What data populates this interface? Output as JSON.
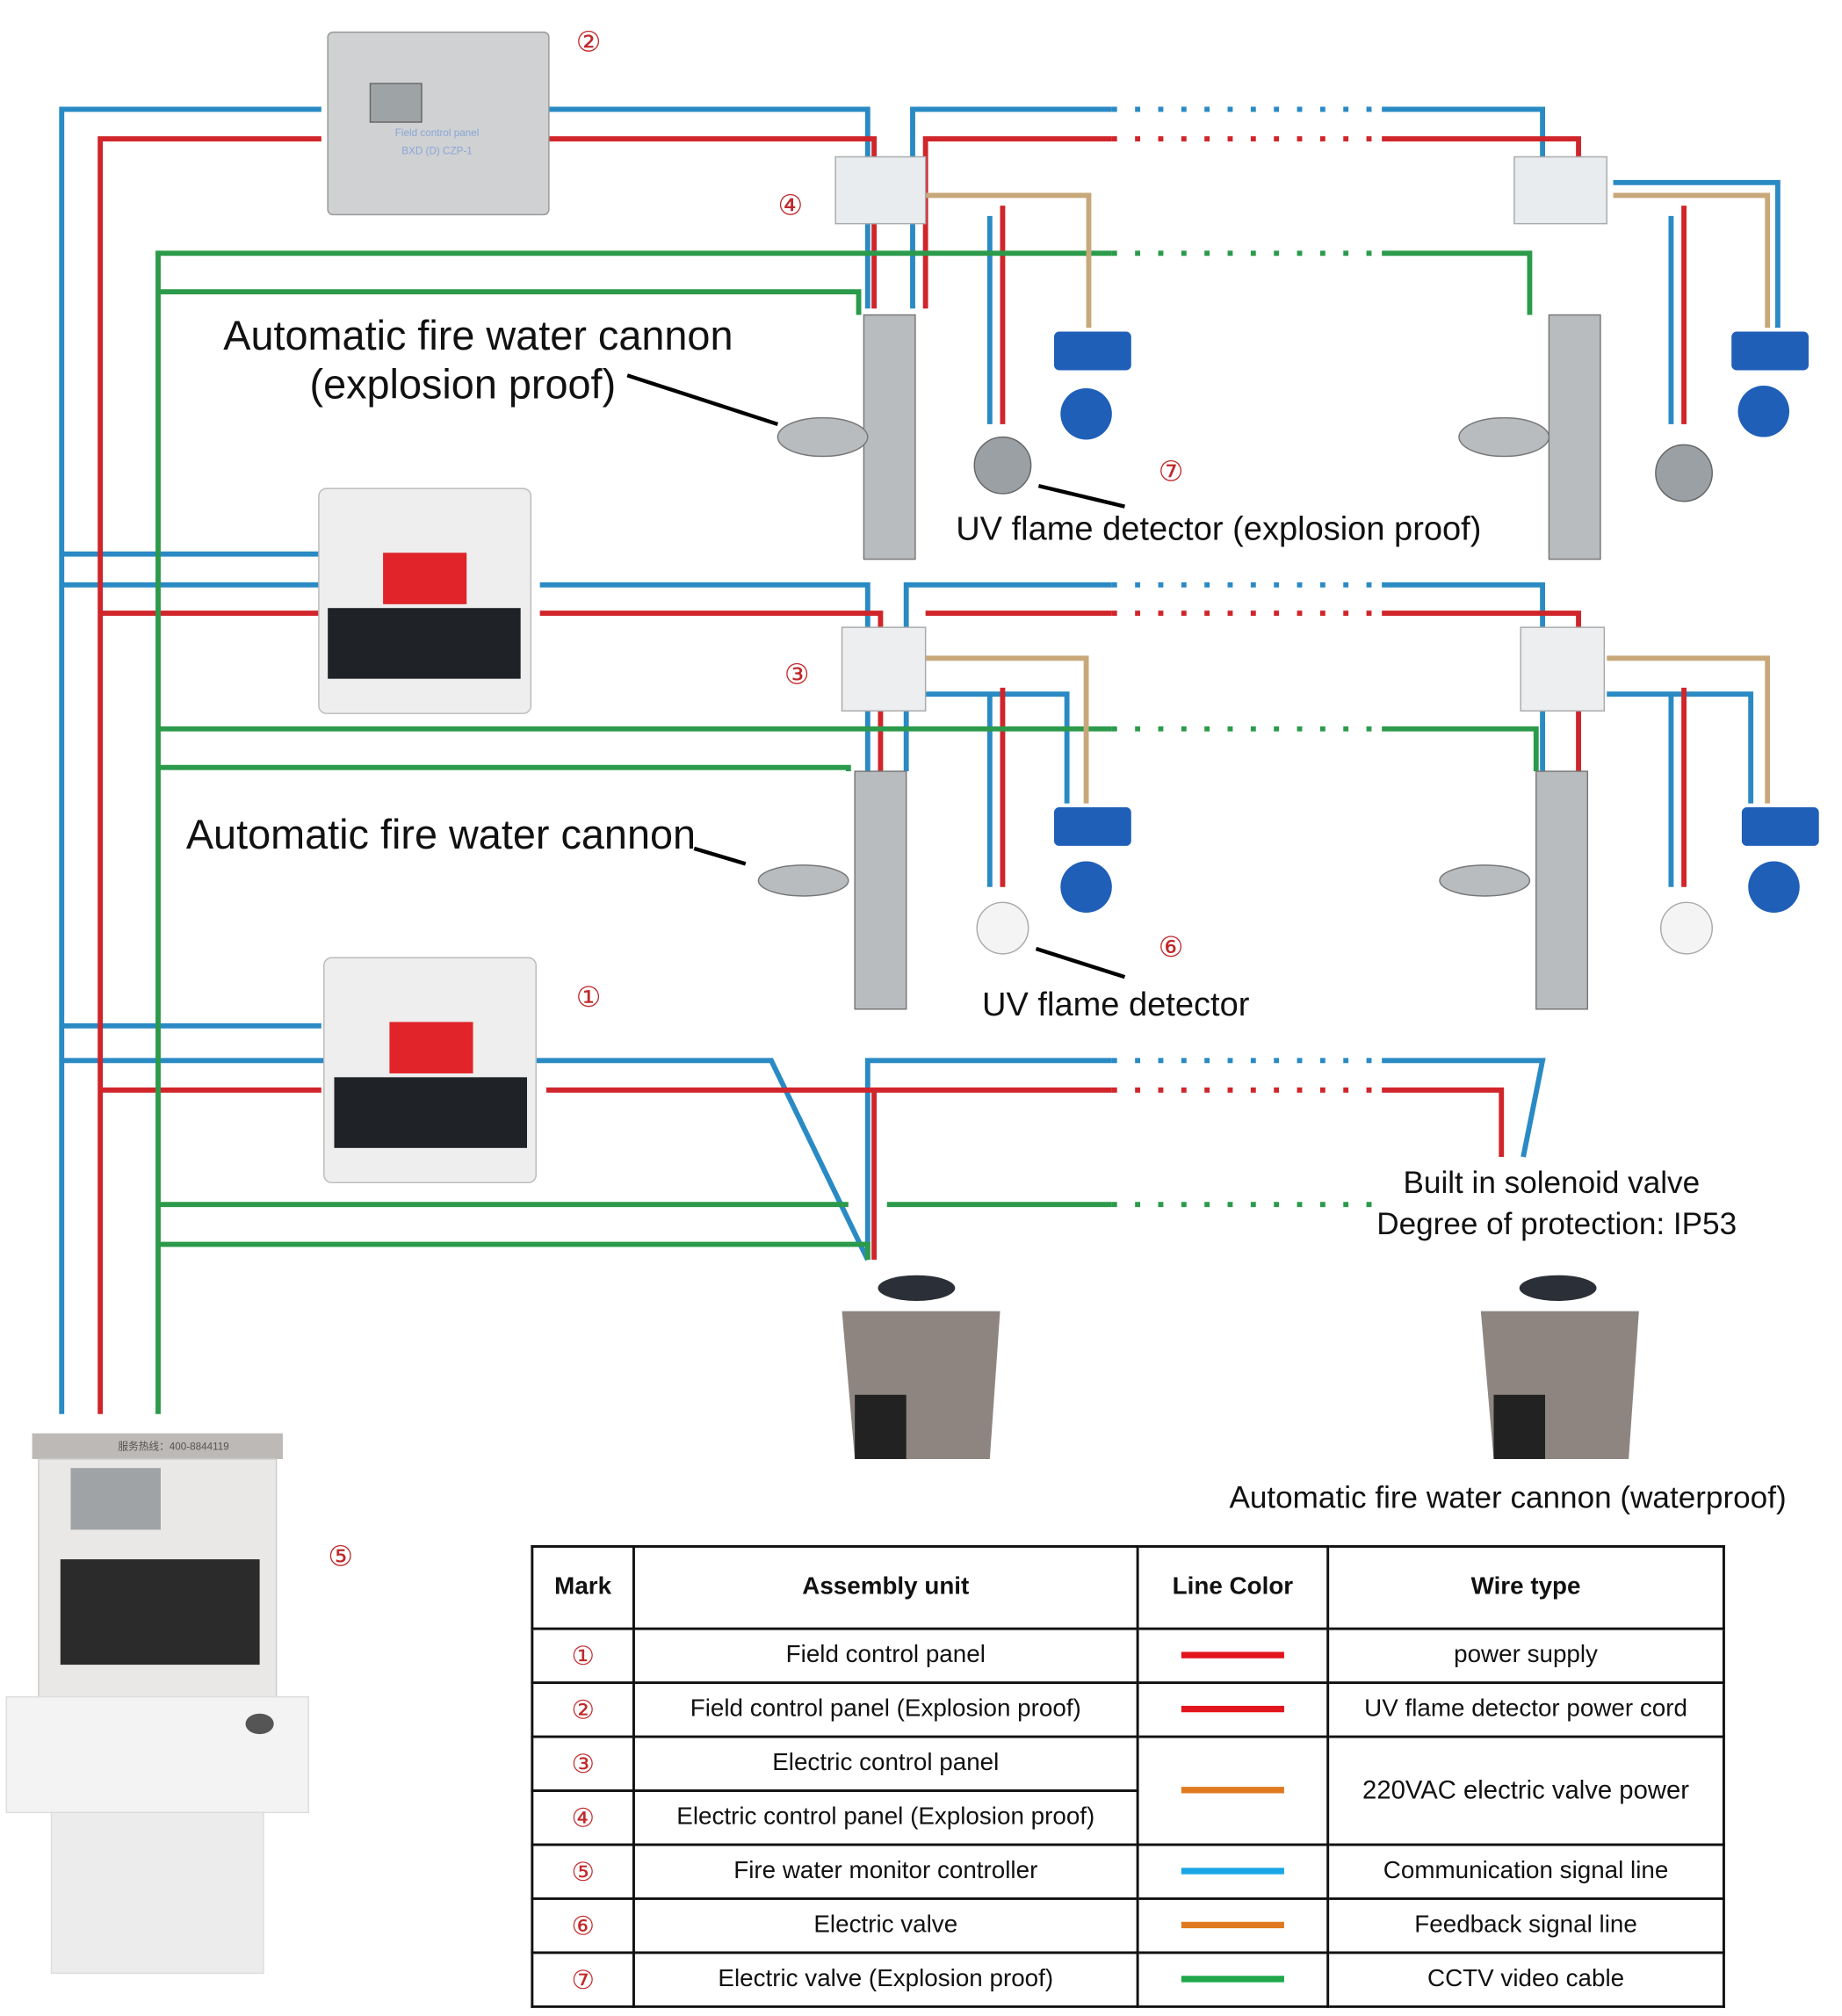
{
  "colors": {
    "power": "#e2141c",
    "valve_power": "#e07a20",
    "signal": "#1aa6e6",
    "feedback": "#e07a20",
    "video": "#1fa84a",
    "wire_blue": "#2a8ac4",
    "wire_red": "#d0252a",
    "wire_green": "#2b9a4a",
    "wire_tan": "#c8a87a",
    "mark": "#c0282a"
  },
  "labels": {
    "cannon_ex": [
      "Automatic fire water cannon",
      "(explosion proof)"
    ],
    "uv_ex": "UV flame detector (explosion proof)",
    "cannon": "Automatic fire water cannon",
    "uv": "UV flame detector",
    "solenoid": "Built in solenoid valve",
    "ip": "Degree of protection: IP53",
    "cannon_wp": "Automatic fire water cannon (waterproof)"
  },
  "marks": {
    "m1": "①",
    "m2": "②",
    "m3": "③",
    "m4": "④",
    "m5": "⑤",
    "m6": "⑥",
    "m7": "⑦"
  },
  "devices": {
    "panel2_text": "Field control panel",
    "panel2_model": "BXD (D) CZP-1",
    "controller_hotline": "服务热线：400-8844119"
  },
  "table": {
    "headers": [
      "Mark",
      "Assembly unit",
      "Line Color",
      "Wire type"
    ],
    "rows": [
      {
        "mark": "①",
        "unit": "Field control panel",
        "color": "#e2141c",
        "wire": "power supply"
      },
      {
        "mark": "②",
        "unit": "Field control panel (Explosion proof)",
        "color": "#e2141c",
        "wire": "UV flame detector power cord"
      },
      {
        "mark": "③",
        "unit": "Electric control panel",
        "color": "#e07a20",
        "wire": "220VAC electric valve power"
      },
      {
        "mark": "④",
        "unit": "Electric control panel (Explosion proof)"
      },
      {
        "mark": "⑤",
        "unit": "Fire water monitor controller",
        "color": "#1aa6e6",
        "wire": "Communication signal line"
      },
      {
        "mark": "⑥",
        "unit": "Electric valve",
        "color": "#e07a20",
        "wire": "Feedback signal line"
      },
      {
        "mark": "⑦",
        "unit": "Electric valve (Explosion proof)",
        "color": "#1fa84a",
        "wire": "CCTV video cable"
      }
    ]
  }
}
